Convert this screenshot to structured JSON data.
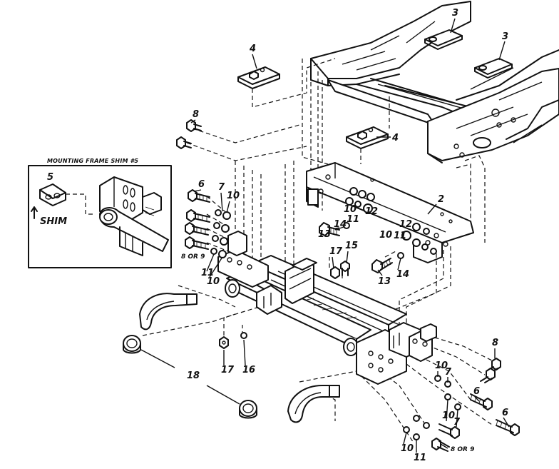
{
  "inset": {
    "title": "MOUNTING FRAME SHIM",
    "title_suffix": "#5",
    "shim_label": "SHIM",
    "part_label": "5"
  },
  "callouts": [
    {
      "id": "c3a",
      "text": "3"
    },
    {
      "id": "c3b",
      "text": "3"
    },
    {
      "id": "c4a",
      "text": "4"
    },
    {
      "id": "c4b",
      "text": "4"
    },
    {
      "id": "c8a",
      "text": "8"
    },
    {
      "id": "c6a",
      "text": "6"
    },
    {
      "id": "c7a",
      "text": "7"
    },
    {
      "id": "c10a",
      "text": "10"
    },
    {
      "id": "c89a",
      "text": "8 OR 9"
    },
    {
      "id": "c11a",
      "text": "11"
    },
    {
      "id": "c10b",
      "text": "10"
    },
    {
      "id": "c10c",
      "text": "10"
    },
    {
      "id": "c11b",
      "text": "11"
    },
    {
      "id": "c12a",
      "text": "12"
    },
    {
      "id": "c2",
      "text": "2"
    },
    {
      "id": "c14a",
      "text": "14"
    },
    {
      "id": "c13a",
      "text": "13"
    },
    {
      "id": "c17a",
      "text": "17"
    },
    {
      "id": "c15",
      "text": "15"
    },
    {
      "id": "c12b",
      "text": "12"
    },
    {
      "id": "c10d",
      "text": "10"
    },
    {
      "id": "c11c",
      "text": "11"
    },
    {
      "id": "c13b",
      "text": "13"
    },
    {
      "id": "c14b",
      "text": "14"
    },
    {
      "id": "c17b",
      "text": "17"
    },
    {
      "id": "c16",
      "text": "16"
    },
    {
      "id": "c18",
      "text": "18"
    },
    {
      "id": "c8b",
      "text": "8"
    },
    {
      "id": "c10e",
      "text": "10"
    },
    {
      "id": "c7b",
      "text": "7"
    },
    {
      "id": "c6b",
      "text": "6"
    },
    {
      "id": "c10f",
      "text": "10"
    },
    {
      "id": "c7c",
      "text": "7"
    },
    {
      "id": "c6c",
      "text": "6"
    },
    {
      "id": "c10g",
      "text": "10"
    },
    {
      "id": "c11d",
      "text": "11"
    },
    {
      "id": "c89b",
      "text": "8 OR 9"
    }
  ]
}
